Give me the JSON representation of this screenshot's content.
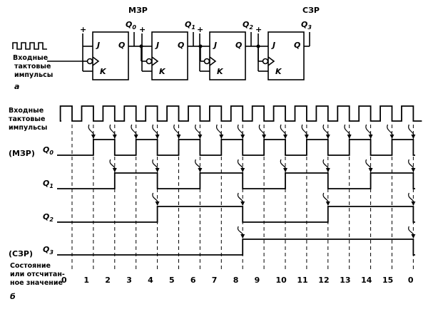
{
  "schematic": {
    "label_lsb": "МЗР",
    "label_msb": "СЗР",
    "input_label": [
      "Входные",
      "тактовые",
      "импульсы"
    ],
    "outputs": [
      "Q0",
      "Q1",
      "Q2",
      "Q3"
    ],
    "pin_j": "J",
    "pin_k": "K",
    "pin_q": "Q",
    "plus": "+",
    "part_label": "а"
  },
  "timing": {
    "clock_label": [
      "Входные",
      "тактовые",
      "импульсы"
    ],
    "lsb_tag": "(МЗР)",
    "msb_tag": "(СЗР)",
    "signals": [
      "Q0",
      "Q1",
      "Q2",
      "Q3"
    ],
    "state_label": [
      "Состояние",
      "или отсчитан-",
      "ное значение"
    ],
    "counts": [
      "0",
      "1",
      "2",
      "3",
      "4",
      "5",
      "6",
      "7",
      "8",
      "9",
      "10",
      "11",
      "12",
      "13",
      "14",
      "15",
      "0"
    ],
    "part_label": "б"
  }
}
